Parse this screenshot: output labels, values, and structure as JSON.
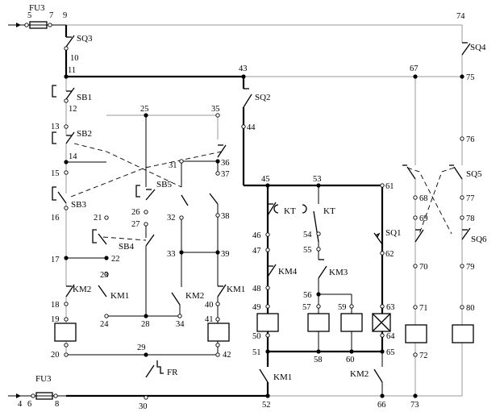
{
  "labels": {
    "fu3_top": "FU3",
    "fu3_bottom": "FU3",
    "sq1": "SQ1",
    "sq2": "SQ2",
    "sq3": "SQ3",
    "sq4": "SQ4",
    "sq5": "SQ5",
    "sq6": "SQ6",
    "sb1": "SB1",
    "sb2": "SB2",
    "sb3": "SB3",
    "sb4": "SB4",
    "sb5": "SB5",
    "km1_a": "KM1",
    "km1_b": "KM1",
    "km1_c": "KM1",
    "km2_a": "KM2",
    "km2_b": "KM2",
    "km2_c": "KM2",
    "km3": "KM3",
    "km4": "KM4",
    "kt_a": "KT",
    "kt_b": "KT",
    "fr": "FR"
  },
  "nodes": {
    "n4": "4",
    "n5": "5",
    "n6": "6",
    "n7": "7",
    "n8": "8",
    "n9": "9",
    "n10": "10",
    "n11": "11",
    "n12": "12",
    "n13": "13",
    "n14": "14",
    "n15": "15",
    "n16": "16",
    "n17": "17",
    "n18": "18",
    "n19": "19",
    "n20": "20",
    "n21": "21",
    "n22": "22",
    "n23": "23",
    "n24": "24",
    "n25": "25",
    "n26": "26",
    "n27": "27",
    "n28": "28",
    "n29": "29",
    "n30": "30",
    "n31": "31",
    "n32": "32",
    "n33": "33",
    "n34": "34",
    "n35": "35",
    "n36": "36",
    "n37": "37",
    "n38": "38",
    "n39": "39",
    "n40": "40",
    "n41": "41",
    "n42": "42",
    "n43": "43",
    "n44": "44",
    "n45": "45",
    "n46": "46",
    "n47": "47",
    "n48": "48",
    "n49": "49",
    "n50": "50",
    "n51": "51",
    "n52": "52",
    "n53": "53",
    "n54": "54",
    "n55": "55",
    "n56": "56",
    "n57": "57",
    "n58": "58",
    "n59": "59",
    "n60": "60",
    "n61": "61",
    "n62": "62",
    "n63": "63",
    "n64": "64",
    "n65": "65",
    "n66": "66",
    "n67": "67",
    "n68": "68",
    "n69": "69",
    "n70": "70",
    "n71": "71",
    "n72": "72",
    "n73": "73",
    "n74": "74",
    "n75": "75",
    "n76": "76",
    "n77": "77",
    "n78": "78",
    "n79": "79",
    "n80": "80"
  }
}
